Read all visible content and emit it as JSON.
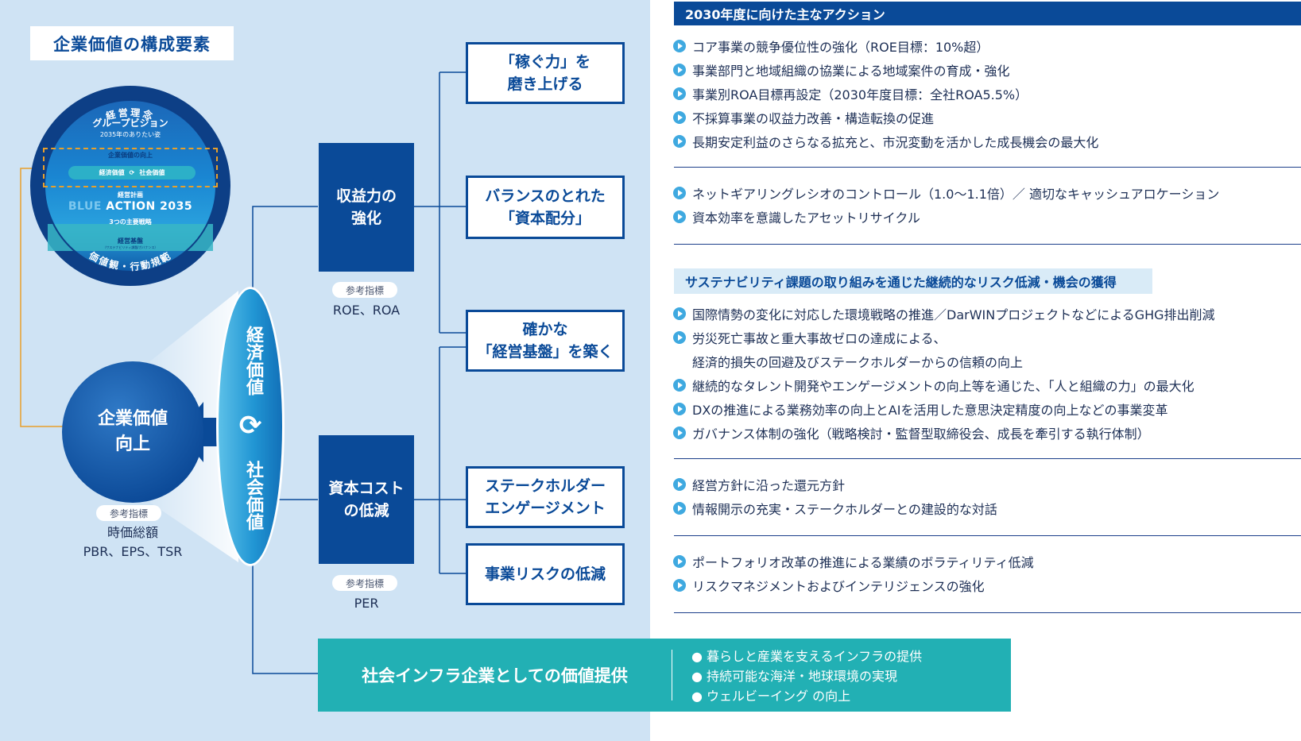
{
  "colors": {
    "navy": "#0a4a98",
    "light_bg": "#cfe3f4",
    "teal": "#22b0b4",
    "orange": "#e8a02b",
    "bullet": "#3fa9e0"
  },
  "title": "企業価値の構成要素",
  "circle": {
    "top_label": "経営理念",
    "vision": "グループビジョン",
    "vision_sub": "2035年のありたい姿",
    "enhancement": "企業価値の向上",
    "econ": "経済価値",
    "social": "社会価値",
    "plan": "経営計画",
    "plan_name_blue": "BLUE",
    "plan_name_rest": " ACTION 2035",
    "strategies": "3つの主要戦略",
    "foundation": "経営基盤",
    "foundation_sub": "（サステナビリティ課題/ガバナンス）",
    "bottom_label": "価値観・行動規範"
  },
  "oval": {
    "top": "経済価値",
    "bottom": "社会価値",
    "cycle_icon": "cycle-arrows-icon"
  },
  "corporate_value": {
    "line1": "企業価値",
    "line2": "向上",
    "ref_label": "参考指標",
    "ref_line1": "時価総額",
    "ref_line2": "PBR、EPS、TSR"
  },
  "profitability": {
    "line1": "収益力の",
    "line2": "強化",
    "ref_label": "参考指標",
    "ref_value": "ROE、ROA"
  },
  "capital_cost": {
    "line1": "資本コスト",
    "line2": "の低減",
    "ref_label": "参考指標",
    "ref_value": "PER"
  },
  "boxes": [
    {
      "line1": "「稼ぐ力」を",
      "line2": "磨き上げる"
    },
    {
      "line1": "バランスのとれた",
      "line2": "「資本配分」"
    },
    {
      "line1": "確かな",
      "line2": "「経営基盤」を築く"
    },
    {
      "line1": "ステークホルダー",
      "line2": "エンゲージメント"
    },
    {
      "line1": "事業リスクの低減",
      "line2": ""
    }
  ],
  "social_infra": {
    "title": "社会インフラ企業としての価値提供",
    "items": [
      "暮らしと産業を支えるインフラの提供",
      "持続可能な海洋・地球環境の実現",
      "ウェルビーイング の向上"
    ]
  },
  "actions": {
    "header": "2030年度に向けた主なアクション",
    "group1": [
      "コア事業の競争優位性の強化（ROE目標：10%超）",
      "事業部門と地域組織の協業による地域案件の育成・強化",
      "事業別ROA目標再設定（2030年度目標：全社ROA5.5%）",
      "不採算事業の収益力改善・構造転換の促進",
      "長期安定利益のさらなる拡充と、市況変動を活かした成長機会の最大化"
    ],
    "group2": [
      "ネットギアリングレシオのコントロール（1.0〜1.1倍）／ 適切なキャッシュアロケーション",
      "資本効率を意識したアセットリサイクル"
    ],
    "sub_header": "サステナビリティ課題の取り組みを通じた継続的なリスク低減・機会の獲得",
    "group3": [
      "国際情勢の変化に対応した環境戦略の推進／DarWINプロジェクトなどによるGHG排出削減",
      "労災死亡事故と重大事故ゼロの達成による、",
      "経済的損失の回避及びステークホルダーからの信頼の向上",
      "継続的なタレント開発やエンゲージメントの向上等を通じた、「人と組織の力」の最大化",
      "DXの推進による業務効率の向上とAIを活用した意思決定精度の向上などの事業変革",
      "ガバナンス体制の強化（戦略検討・監督型取締役会、成長を牽引する執行体制）"
    ],
    "group4": [
      "経営方針に沿った還元方針",
      "情報開示の充実・ステークホルダーとの建設的な対話"
    ],
    "group5": [
      "ポートフォリオ改革の推進による業績のボラティリティ低減",
      "リスクマネジメントおよびインテリジェンスの強化"
    ]
  }
}
